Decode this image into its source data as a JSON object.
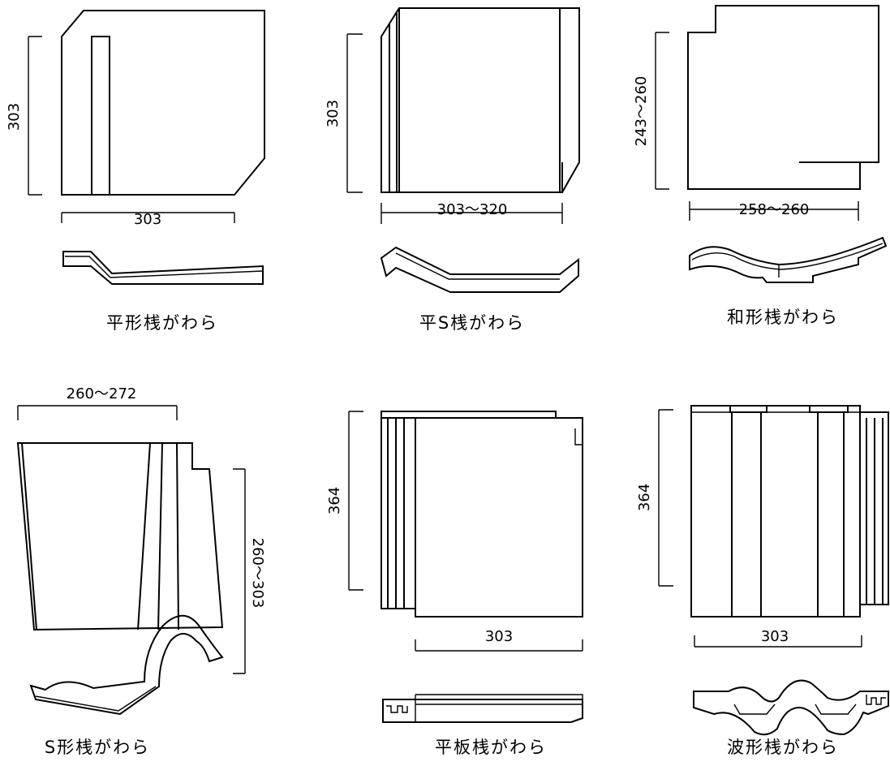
{
  "tiles": [
    {
      "name": "平形桟がわら",
      "height_dim": "303",
      "width_dim": "303"
    },
    {
      "name": "平S桟がわら",
      "height_dim": "303",
      "width_dim": "303～320"
    },
    {
      "name": "和形桟がわら",
      "height_dim": "243～260",
      "width_dim": "258～260"
    },
    {
      "name": "S形桟がわら",
      "height_dim": "260～303",
      "width_dim": "260～272"
    },
    {
      "name": "平板桟がわら",
      "height_dim": "364",
      "width_dim": "303"
    },
    {
      "name": "波形桟がわら",
      "height_dim": "364",
      "width_dim": "303"
    }
  ]
}
